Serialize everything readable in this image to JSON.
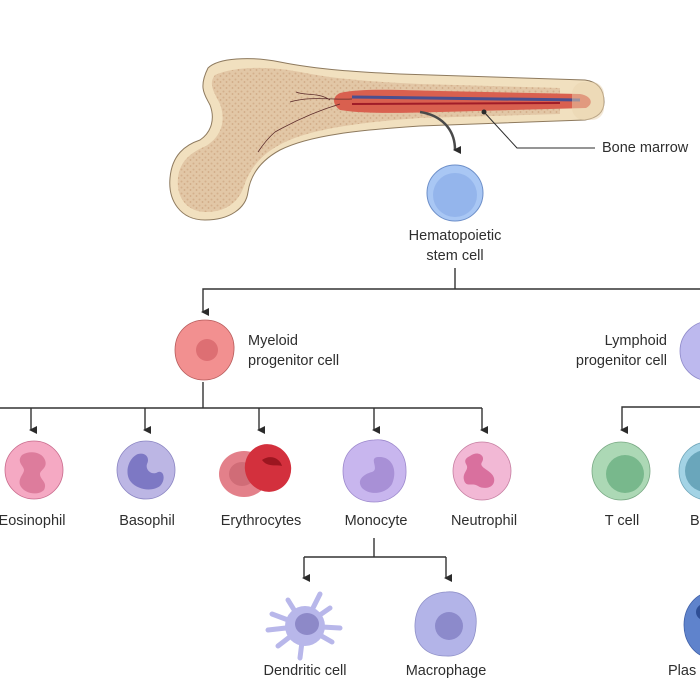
{
  "diagram": {
    "title": "Hematopoiesis",
    "bone": {
      "label": "Bone marrow"
    },
    "stem_cell": {
      "label_line1": "Hematopoietic",
      "label_line2": "stem cell",
      "color": "#9bbcf0"
    },
    "myeloid_progenitor": {
      "label_line1": "Myeloid",
      "label_line2": "progenitor cell",
      "color": "#f08a8a"
    },
    "lymphoid_progenitor": {
      "label_line1": "Lymphoid",
      "label_line2": "progenitor cell",
      "color": "#b9b6ec"
    },
    "myeloid_cells": [
      {
        "label": "Eosinophil",
        "color": "#f4a7c0"
      },
      {
        "label": "Basophil",
        "color": "#b8b3e2"
      },
      {
        "label": "Erythrocytes",
        "color": "#d7323f"
      },
      {
        "label": "Monocyte",
        "color": "#c7b5ec"
      },
      {
        "label": "Neutrophil",
        "color": "#f1b4d2"
      }
    ],
    "lymphoid_cells": [
      {
        "label": "T cell",
        "color": "#a9d6b3"
      },
      {
        "label": "B",
        "color": "#9fd0e2"
      }
    ],
    "monocyte_derived": [
      {
        "label": "Dendritic cell",
        "color": "#b7b6ea"
      },
      {
        "label": "Macrophage",
        "color": "#b1b2e6"
      }
    ],
    "plasma_cell": {
      "label": "Plas",
      "color": "#5b7fc8"
    }
  }
}
